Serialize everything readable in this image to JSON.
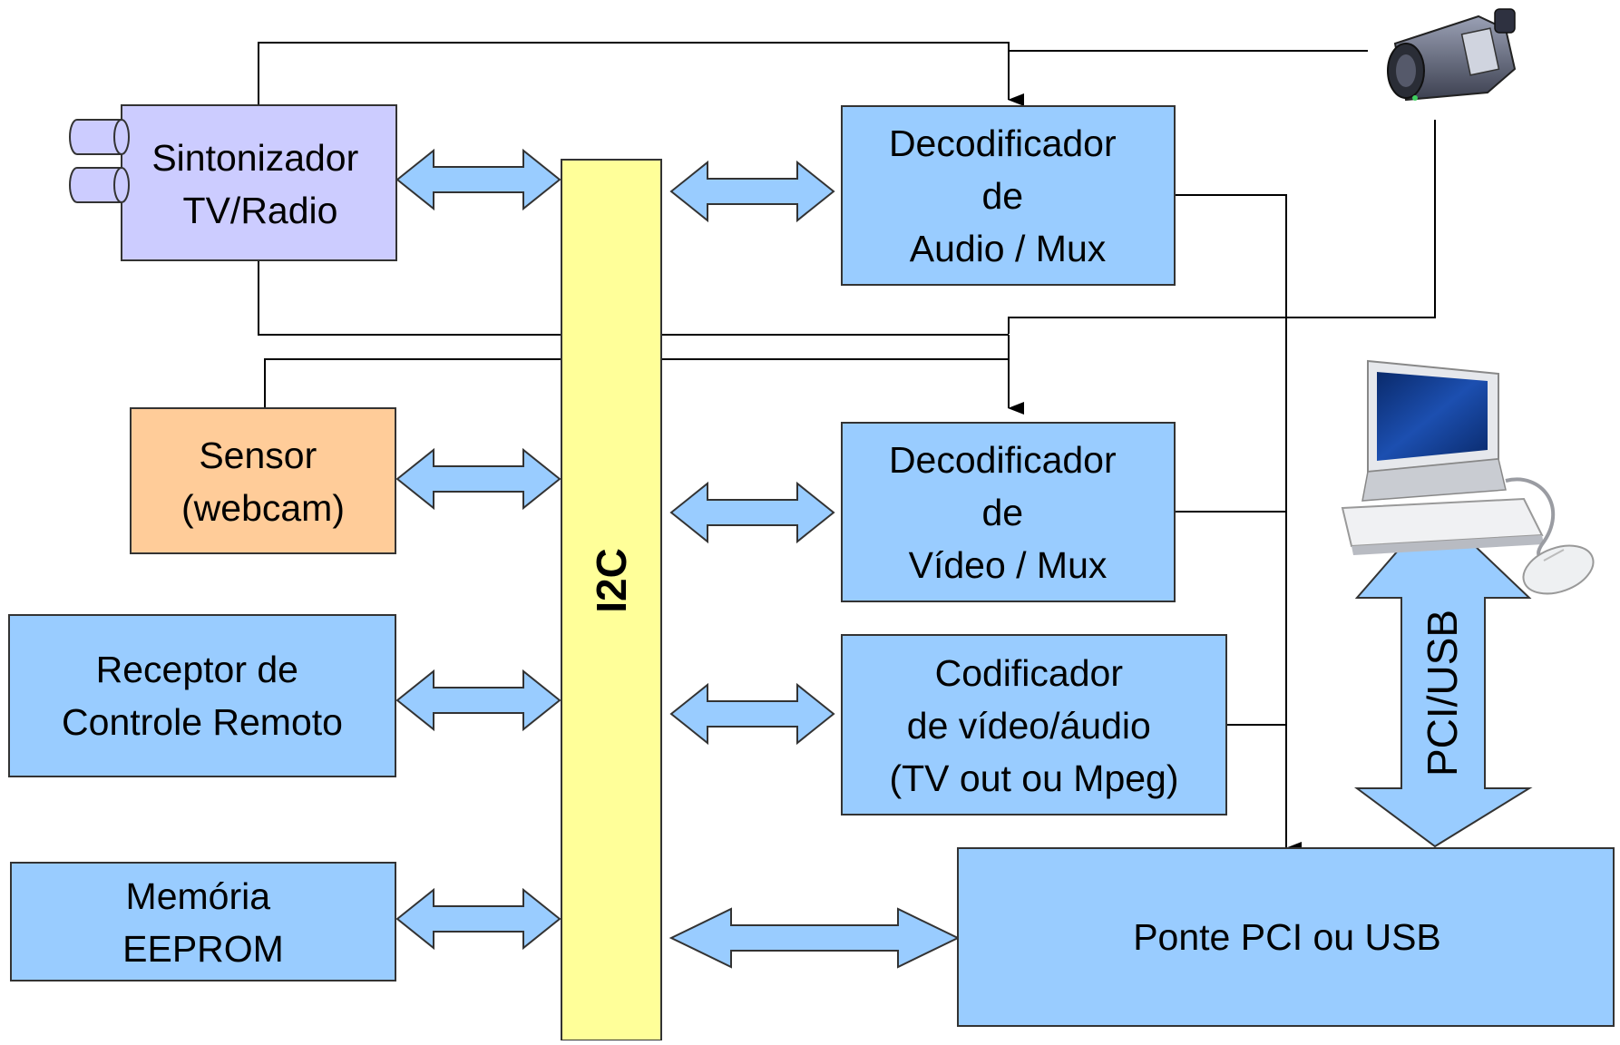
{
  "header": {
    "partial_title": ""
  },
  "bus": {
    "label": "I2C"
  },
  "blocks": {
    "tuner": [
      "Sintonizador",
      "TV/Radio"
    ],
    "sensor": [
      "Sensor",
      "(webcam)"
    ],
    "remote": [
      "Receptor de",
      "Controle Remoto"
    ],
    "eeprom": [
      "Memória",
      "EEPROM"
    ],
    "audio_decoder": [
      "Decodificador",
      "de",
      "Audio / Mux"
    ],
    "video_decoder": [
      "Decodificador",
      "de",
      "Vídeo / Mux"
    ],
    "encoder": [
      "Codificador",
      "de vídeo/áudio",
      "(TV out ou Mpeg)"
    ],
    "bridge": [
      "Ponte PCI ou USB"
    ]
  },
  "link": {
    "label": "PCI/USB"
  },
  "icons": {
    "camera": "camcorder-icon",
    "computer": "desktop-computer-icon"
  },
  "colors": {
    "tuner": "#ccccff",
    "sensor": "#ffcc99",
    "block": "#99ccff",
    "bus": "#ffff99",
    "arrow": "#99ccff",
    "stroke": "#333333"
  }
}
